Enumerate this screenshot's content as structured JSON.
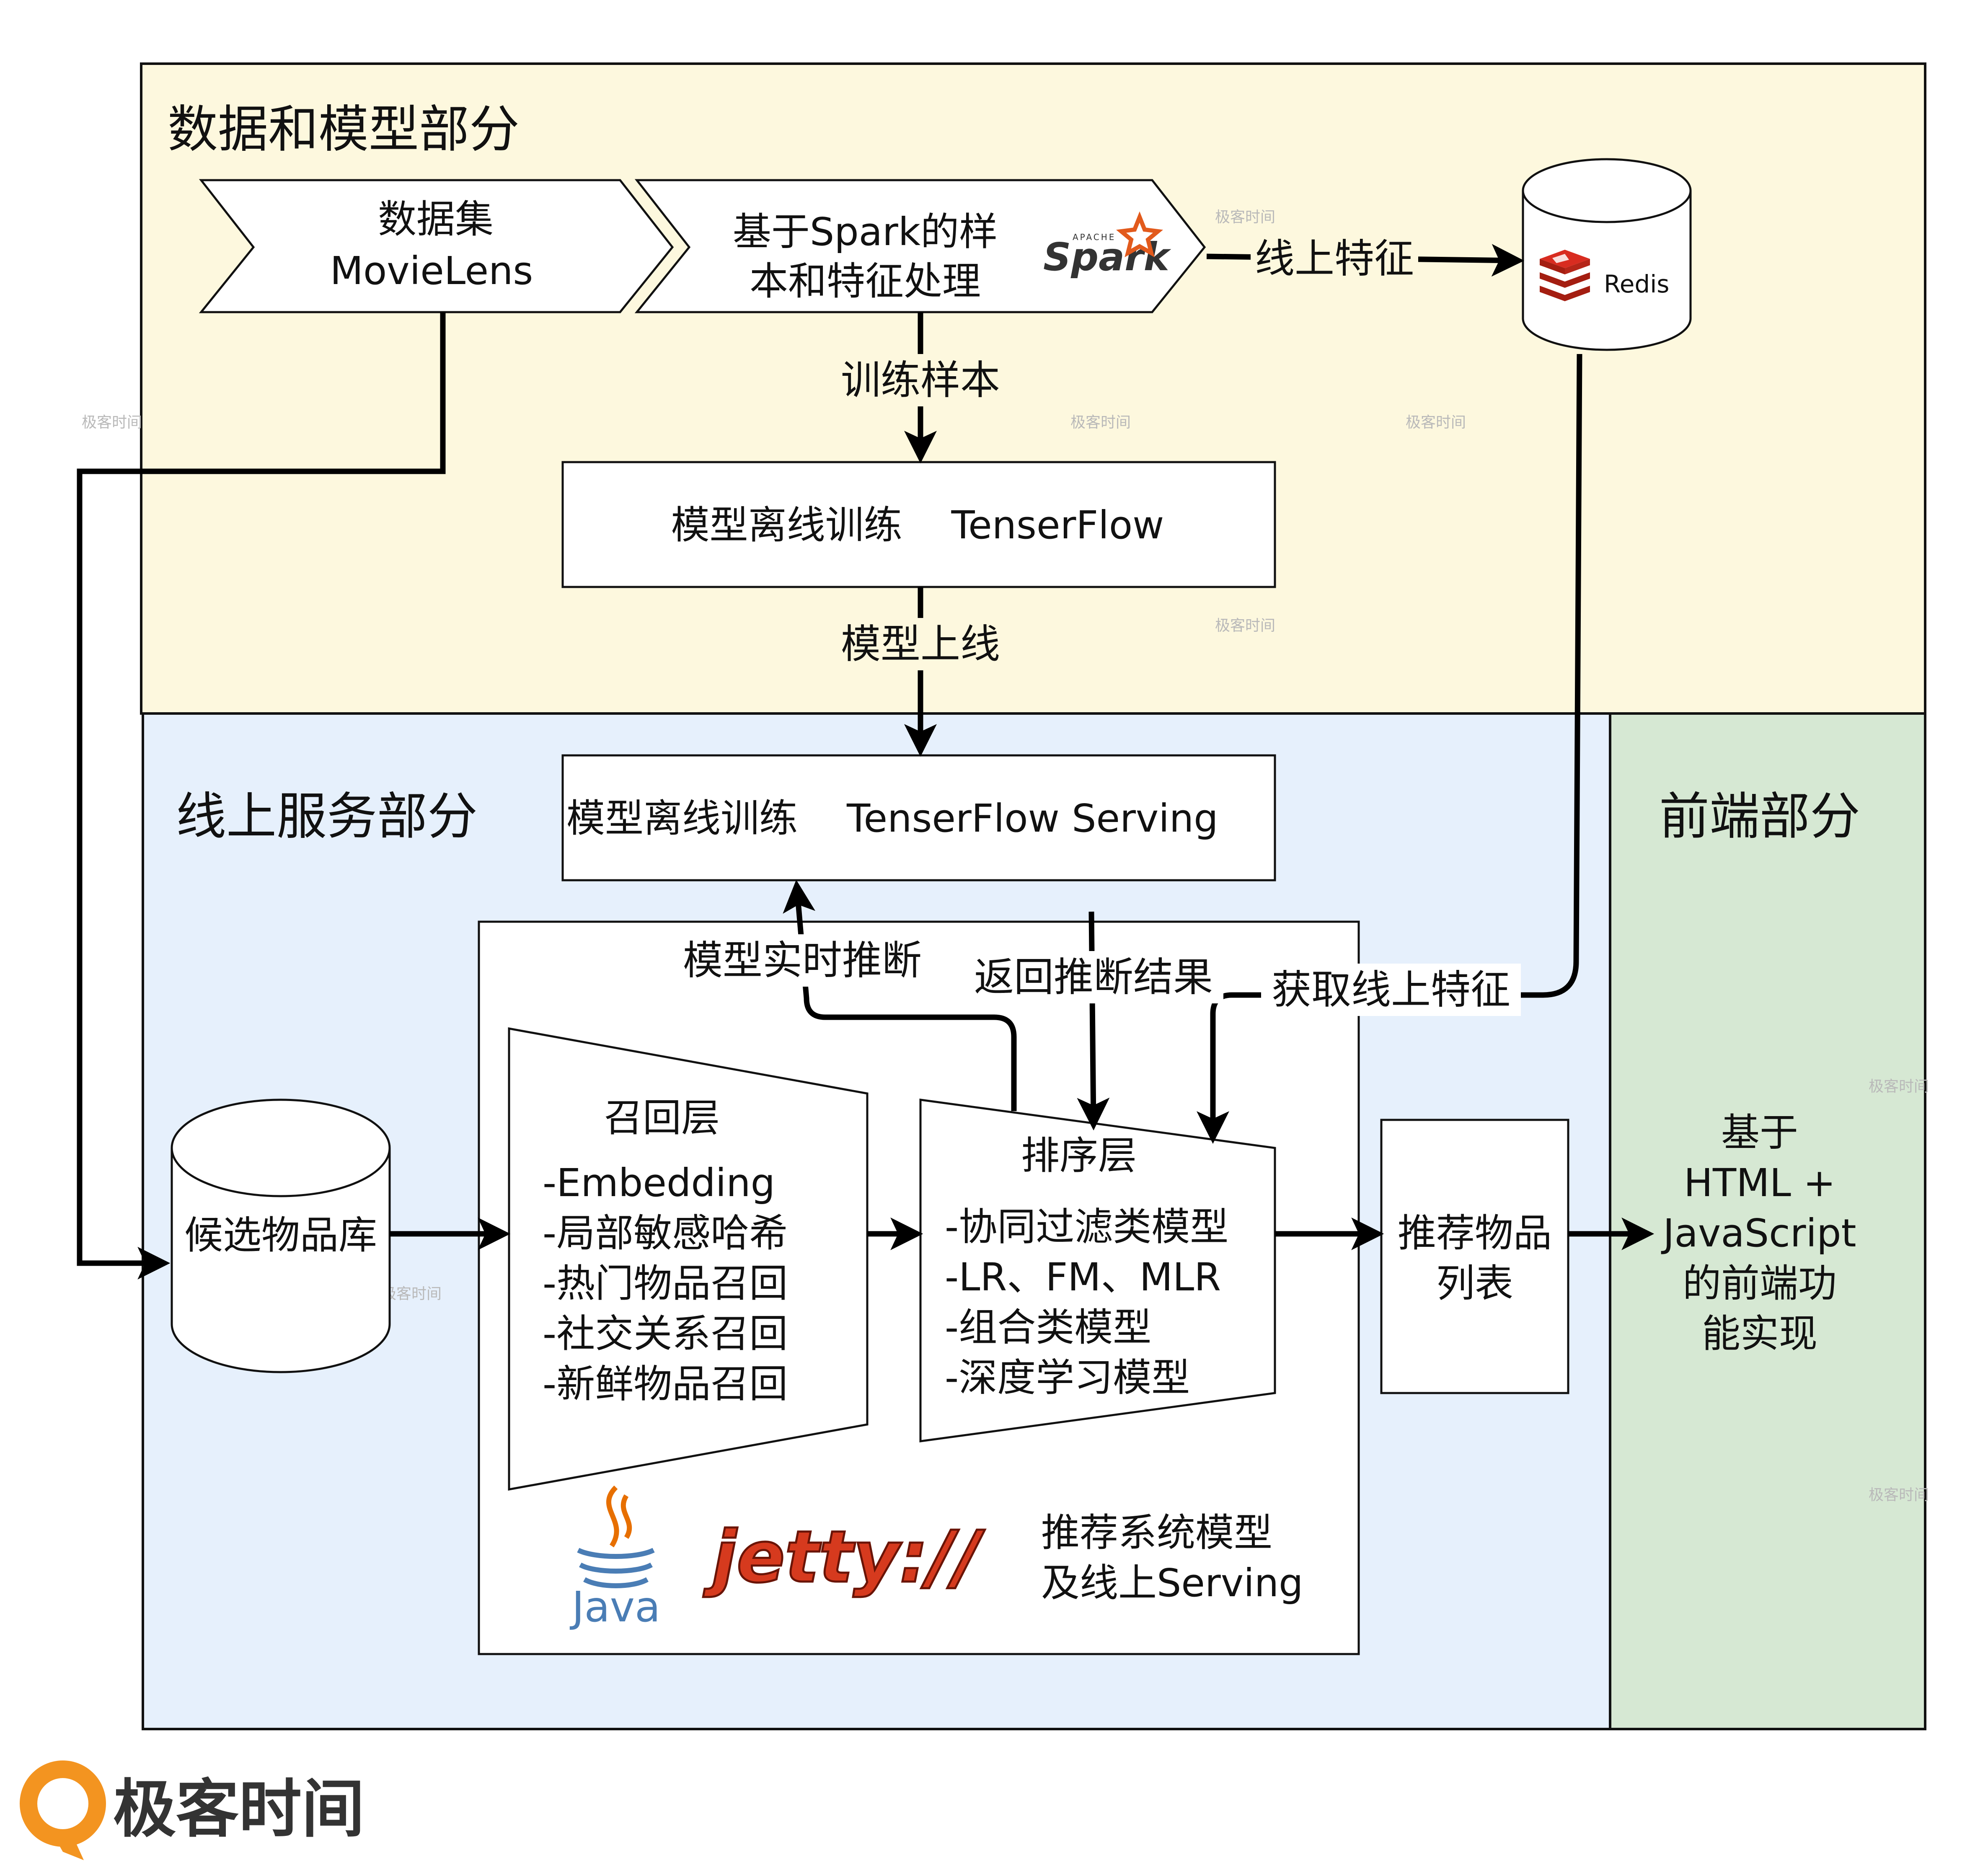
{
  "colors": {
    "data_section": "#fdf8de",
    "online_section": "#e6f0fc",
    "frontend_section": "#d6e8d3",
    "node_fill": "#ffffff",
    "stroke": "#111111",
    "redis_red": "#d82c20",
    "jetty_red": "#d63a1e",
    "java_blue": "#4a7db5",
    "java_orange": "#e76f00",
    "brand_orange": "#f39420"
  },
  "sections": {
    "data": "数据和模型部分",
    "online": "线上服务部分",
    "frontend": "前端部分"
  },
  "nodes": {
    "dataset": [
      "数据集",
      "MovieLens"
    ],
    "spark_processing": [
      "基于Spark的样",
      "本和特征处理"
    ],
    "spark_logo": {
      "name": "Spark",
      "tagline": "APACHE"
    },
    "redis": "Redis",
    "offline_training": "模型离线训练    TenserFlow",
    "serving": "模型离线训练    TenserFlow Serving",
    "candidate_pool": "候选物品库",
    "recall_layer": {
      "title": "召回层",
      "items": [
        "-Embedding",
        "-局部敏感哈希",
        "-热门物品召回",
        "-社交关系召回",
        "-新鲜物品召回"
      ]
    },
    "ranking_layer": {
      "title": "排序层",
      "items": [
        "-协同过滤类模型",
        "-LR、FM、MLR",
        "-组合类模型",
        "-深度学习模型"
      ]
    },
    "recommend_list": [
      "推荐物品",
      "列表"
    ],
    "frontend_impl": [
      "基于",
      "HTML +",
      "JavaScript",
      "的前端功",
      "能实现"
    ],
    "serving_container_caption": [
      "推荐系统模型",
      "及线上Serving"
    ],
    "jetty_logo": "jetty://",
    "java_logo": "Java"
  },
  "edges": {
    "online_features": "线上特征",
    "training_samples": "训练样本",
    "model_deploy": "模型上线",
    "realtime_inference": "模型实时推断",
    "return_result": "返回推断结果",
    "fetch_features": "获取线上特征"
  },
  "branding": {
    "logo_text": "极客时间",
    "watermark": "极客时间"
  }
}
